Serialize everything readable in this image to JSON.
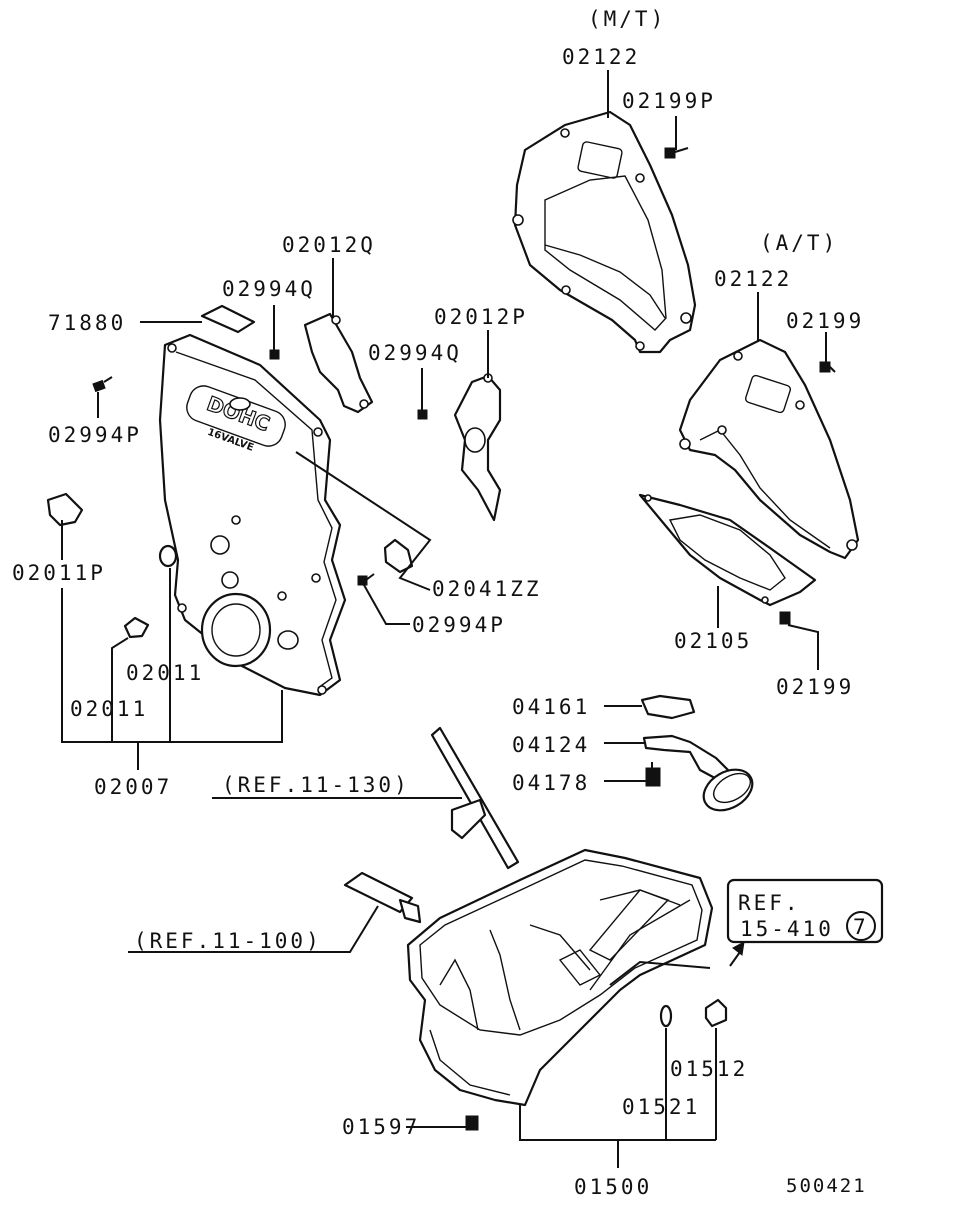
{
  "labels": {
    "mt": "(M/T)",
    "at": "(A/T)",
    "p02122_mt": "02122",
    "p02199P": "02199P",
    "p02122_at": "02122",
    "p02199_top": "02199",
    "p02012Q": "02012Q",
    "p02994Q_a": "02994Q",
    "p71880": "71880",
    "p02012P": "02012P",
    "p02994Q_b": "02994Q",
    "p02994P_a": "02994P",
    "p02011P": "02011P",
    "p02041ZZ": "02041ZZ",
    "p02994P_b": "02994P",
    "p02105": "02105",
    "p02199_bot": "02199",
    "p02011_a": "02011",
    "p02011_b": "02011",
    "p02007": "02007",
    "p04161": "04161",
    "p04124": "04124",
    "p04178": "04178",
    "ref_11_130": "(REF.11-130)",
    "ref_11_100": "(REF.11-100)",
    "ref_box_line1": "REF.",
    "ref_box_line2": "15-410",
    "ref_box_circle": "7",
    "p01512": "01512",
    "p01521": "01521",
    "p01597": "01597",
    "p01500": "01500",
    "diagram_no": "500421"
  },
  "cover_lettering": [
    "DOHC",
    "16VALVE"
  ]
}
